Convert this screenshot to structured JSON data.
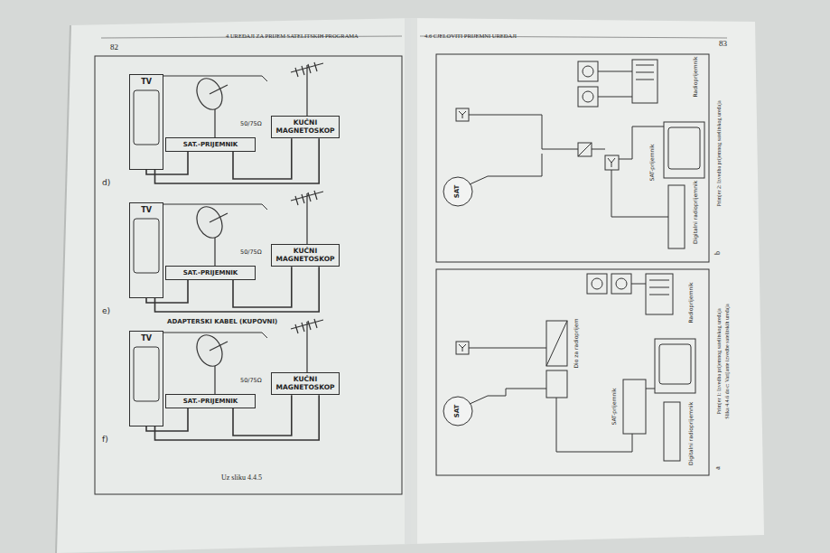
{
  "diagram": {
    "nodes": [
      {
        "text": [
          "TV"
        ]
      },
      {
        "text": [
          "SAT.-PRIJEMNIK"
        ]
      },
      {
        "text": [
          "KUĆNI MAGNETOSKOP"
        ]
      },
      {
        "text": [
          "TV"
        ]
      },
      {
        "text": [
          "SAT.-PRIJEMNIK"
        ]
      },
      {
        "text": [
          "KUĆNI MAGNETOSKOP"
        ]
      },
      {
        "text": [
          "TV"
        ]
      },
      {
        "text": [
          "SAT.-PRIJEMNIK"
        ]
      },
      {
        "text": [
          "KUĆNI MAGNETOSKOP"
        ]
      }
    ],
    "edges": [
      {
        "from": 1,
        "to": 0,
        "arrow": "none"
      },
      {
        "from": 1,
        "to": 2,
        "arrow": "none"
      },
      {
        "from": 2,
        "to": 0,
        "arrow": "none"
      },
      {
        "from": 4,
        "to": 3,
        "arrow": "none"
      },
      {
        "from": 4,
        "to": 5,
        "arrow": "none"
      },
      {
        "from": 5,
        "to": 3,
        "arrow": "none"
      },
      {
        "from": 7,
        "to": 6,
        "arrow": "none"
      },
      {
        "from": 7,
        "to": 8,
        "arrow": "none"
      },
      {
        "from": 8,
        "to": 6,
        "arrow": "none"
      }
    ],
    "labels": [
      "4 UREĐAJI ZA PRIJEM SATELITSKIH PROGRAMA",
      "82",
      "d)",
      "50/75Ω",
      "e)",
      "50/75Ω",
      "ADAPTERSKI KABEL (KUPOVNI)",
      "f)",
      "50/75Ω",
      "Uz sliku 4.4.5",
      "4.6 CJELOVITI PRIJEMNI UREĐAJI",
      "83",
      "SAT",
      "SAT-prijemnik",
      "Radioprijemnik",
      "Digitalni radioprijemnik",
      "b",
      "Primjer 2: Izvedba prijemnog satelitskog uređaja",
      "SAT",
      "Dio za radioprijem",
      "SAT-prijemnik",
      "Radioprijemnik",
      "Digitalni radioprijemnik",
      "a",
      "Primjer 1: Izvedba prijemnog satelitskog uređaja",
      "Slika 4.4.6 do c: Varijante izvedbe satelitskih uređaja"
    ]
  }
}
